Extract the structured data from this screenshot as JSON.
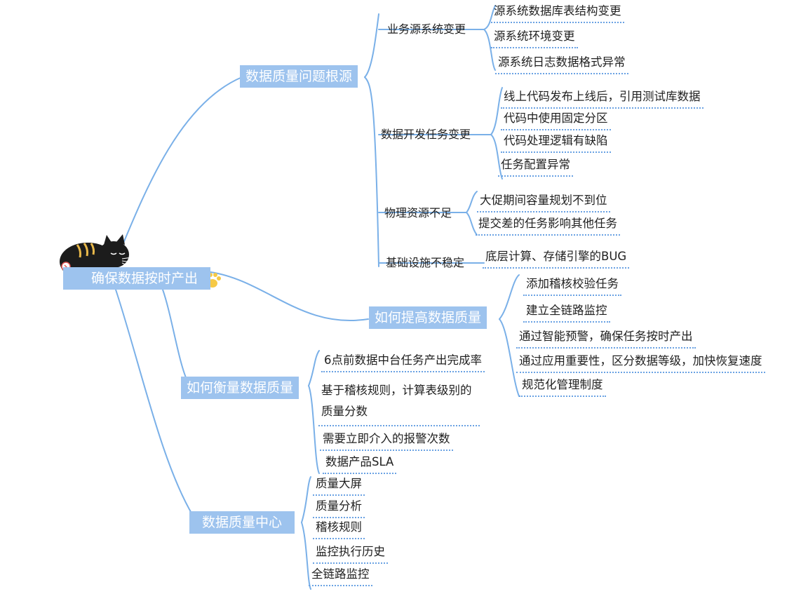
{
  "root": {
    "label": "确保数据按时产出"
  },
  "branches": {
    "sources": {
      "label": "数据质量问题根源",
      "groups": [
        {
          "label": "业务源系统变更",
          "leaves": [
            "源系统数据库表结构变更",
            "源系统环境变更",
            "源系统日志数据格式异常"
          ]
        },
        {
          "label": "数据开发任务变更",
          "leaves": [
            "线上代码发布上线后，引用测试库数据",
            "代码中使用固定分区",
            "代码处理逻辑有缺陷",
            "任务配置异常"
          ]
        },
        {
          "label": "物理资源不足",
          "leaves": [
            "大促期间容量规划不到位",
            "提交差的任务影响其他任务"
          ]
        },
        {
          "label": "基础设施不稳定",
          "leaves": [
            "底层计算、存储引擎的BUG"
          ]
        }
      ]
    },
    "improve": {
      "label": "如何提高数据质量",
      "leaves": [
        "添加稽核校验任务",
        "建立全链路监控",
        "通过智能预警，确保任务按时产出",
        "通过应用重要性，区分数据等级，加快恢复速度",
        "规范化管理制度"
      ]
    },
    "measure": {
      "label": "如何衡量数据质量",
      "leaves": [
        "6点前数据中台任务产出完成率",
        "基于稽核规则，计算表级别的质量分数",
        "需要立即介入的报警次数",
        "数据产品SLA"
      ]
    },
    "center": {
      "label": "数据质量中心",
      "leaves": [
        "质量大屏",
        "质量分析",
        "稽核规则",
        "监控执行历史",
        "全链路监控"
      ]
    }
  },
  "colors": {
    "box": "#9dc3ee",
    "line": "#7ab0e8",
    "dotted": "#6aa2e3",
    "cat": "#1c1c1c",
    "stripe": "#e8b84a",
    "paw": "#f6c945"
  },
  "icons": [
    "black-cat-illustration",
    "paw-print-icon"
  ]
}
